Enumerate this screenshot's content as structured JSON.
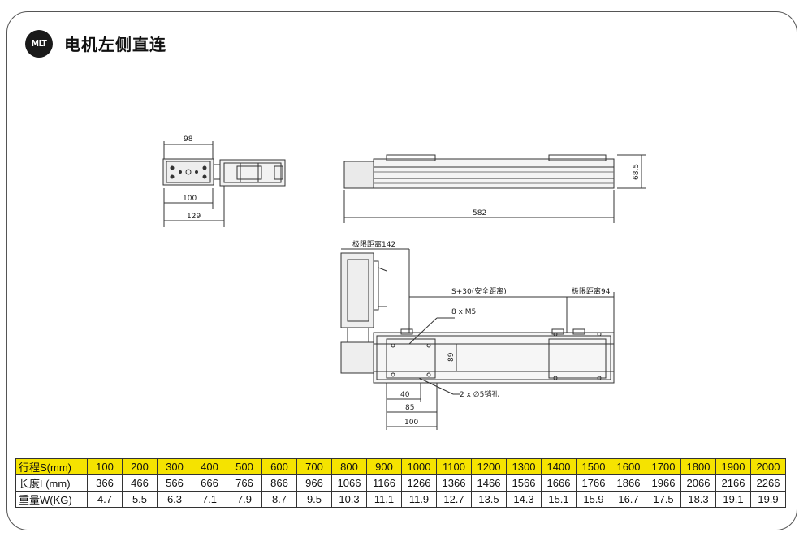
{
  "header": {
    "logo_text": "MLT",
    "title": "电机左侧直连"
  },
  "dimensions": {
    "top_view": {
      "width_top": "98",
      "width_mid": "100",
      "width_bottom": "129"
    },
    "side_view": {
      "length": "582",
      "height": "68.5"
    },
    "front_view": {
      "limit_left": "极限距离142",
      "safety": "S+30(安全距离)",
      "limit_right": "极限距离94",
      "holes": "8 x M5",
      "height": "89",
      "pin_holes": "2 x ∅5销孔",
      "d40": "40",
      "d85": "85",
      "d100": "100"
    }
  },
  "table": {
    "rows": [
      {
        "label": "行程S(mm)",
        "values": [
          "100",
          "200",
          "300",
          "400",
          "500",
          "600",
          "700",
          "800",
          "900",
          "1000",
          "1100",
          "1200",
          "1300",
          "1400",
          "1500",
          "1600",
          "1700",
          "1800",
          "1900",
          "2000"
        ]
      },
      {
        "label": "长度L(mm)",
        "values": [
          "366",
          "466",
          "566",
          "666",
          "766",
          "866",
          "966",
          "1066",
          "1166",
          "1266",
          "1366",
          "1466",
          "1566",
          "1666",
          "1766",
          "1866",
          "1966",
          "2066",
          "2166",
          "2266"
        ]
      },
      {
        "label": "重量W(KG)",
        "values": [
          "4.7",
          "5.5",
          "6.3",
          "7.1",
          "7.9",
          "8.7",
          "9.5",
          "10.3",
          "11.1",
          "11.9",
          "12.7",
          "13.5",
          "14.3",
          "15.1",
          "15.9",
          "16.7",
          "17.5",
          "18.3",
          "19.1",
          "19.9"
        ]
      }
    ]
  }
}
